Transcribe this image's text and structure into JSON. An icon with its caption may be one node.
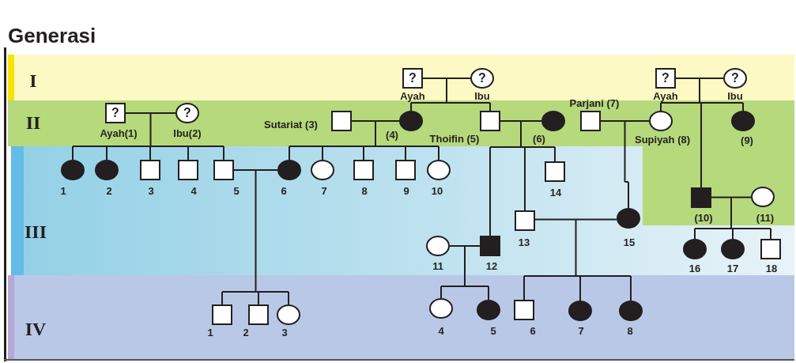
{
  "diagram": {
    "title": "Generasi",
    "nodes": [
      {
        "text": [
          "?"
        ],
        "beside": [
          "Ayah"
        ]
      },
      {
        "text": [
          "?"
        ],
        "beside": [
          "Ibu"
        ]
      },
      {
        "text": [
          "?"
        ],
        "beside": [
          "Ayah"
        ]
      },
      {
        "text": [
          "?"
        ],
        "beside": [
          "Ibu"
        ]
      },
      {
        "text": [
          "?"
        ],
        "beside": [
          "Ayah(1)"
        ]
      },
      {
        "text": [
          "?"
        ],
        "beside": [
          "Ibu(2)"
        ]
      },
      {
        "text": [],
        "shape": "box",
        "beside": [
          "Sutariat (3)"
        ]
      },
      {
        "text": [],
        "shape": "circle",
        "beside": [
          "(4)"
        ]
      },
      {
        "text": [],
        "shape": "box",
        "beside": [
          "Thoifin (5)"
        ]
      },
      {
        "text": [],
        "shape": "circle",
        "beside": [
          "(6)"
        ]
      },
      {
        "text": [],
        "shape": "box",
        "beside": [
          "Parjani (7)"
        ]
      },
      {
        "text": [],
        "shape": "circle",
        "beside": [
          "Supiyah (8)"
        ]
      },
      {
        "text": [],
        "shape": "circle",
        "beside": [
          "(9)"
        ]
      },
      {
        "text": [],
        "shape": "circle",
        "beside": [
          "1"
        ]
      },
      {
        "text": [],
        "shape": "circle",
        "beside": [
          "2"
        ]
      },
      {
        "text": [],
        "shape": "box",
        "beside": [
          "3"
        ]
      },
      {
        "text": [],
        "shape": "box",
        "beside": [
          "4"
        ]
      },
      {
        "text": [],
        "shape": "box",
        "beside": [
          "5"
        ]
      },
      {
        "text": [],
        "shape": "circle",
        "beside": [
          "6"
        ]
      },
      {
        "text": [],
        "shape": "circle",
        "beside": [
          "7"
        ]
      },
      {
        "text": [],
        "shape": "box",
        "beside": [
          "8"
        ]
      },
      {
        "text": [],
        "shape": "box",
        "beside": [
          "9"
        ]
      },
      {
        "text": [],
        "shape": "circle",
        "beside": [
          "10"
        ]
      },
      {
        "text": [],
        "shape": "box",
        "beside": [
          "14"
        ]
      },
      {
        "text": [],
        "shape": "box",
        "beside": [
          "(10)"
        ]
      },
      {
        "text": [],
        "shape": "circle",
        "beside": [
          "(11)"
        ]
      },
      {
        "text": [],
        "shape": "box",
        "beside": [
          "13"
        ]
      },
      {
        "text": [],
        "shape": "circle",
        "beside": [
          "15"
        ]
      },
      {
        "text": [],
        "shape": "circle",
        "beside": [
          "11"
        ]
      },
      {
        "text": [],
        "shape": "box",
        "beside": [
          "12"
        ]
      },
      {
        "text": [],
        "shape": "circle",
        "beside": [
          "16"
        ]
      },
      {
        "text": [],
        "shape": "circle",
        "beside": [
          "17"
        ]
      },
      {
        "text": [],
        "shape": "box",
        "beside": [
          "18"
        ]
      },
      {
        "text": [],
        "shape": "box",
        "beside": [
          "1"
        ]
      },
      {
        "text": [],
        "shape": "box",
        "beside": [
          "2"
        ]
      },
      {
        "text": [],
        "shape": "circle",
        "beside": [
          "3"
        ]
      },
      {
        "text": [],
        "shape": "circle",
        "beside": [
          "4"
        ]
      },
      {
        "text": [],
        "shape": "circle",
        "beside": [
          "5"
        ]
      },
      {
        "text": [],
        "shape": "box",
        "beside": [
          "6"
        ]
      },
      {
        "text": [],
        "shape": "circle",
        "beside": [
          "7"
        ]
      },
      {
        "text": [],
        "shape": "circle",
        "beside": [
          "8"
        ]
      }
    ],
    "edges": [
      {
        "from": 0,
        "to": 1,
        "arrow": "none"
      },
      {
        "from": 0,
        "to": 7,
        "arrow": "none"
      },
      {
        "from": 1,
        "to": 7,
        "arrow": "none"
      },
      {
        "from": 0,
        "to": 8,
        "arrow": "none"
      },
      {
        "from": 1,
        "to": 8,
        "arrow": "none"
      },
      {
        "from": 2,
        "to": 3,
        "arrow": "none"
      },
      {
        "from": 2,
        "to": 11,
        "arrow": "none"
      },
      {
        "from": 3,
        "to": 11,
        "arrow": "none"
      },
      {
        "from": 2,
        "to": 12,
        "arrow": "none"
      },
      {
        "from": 3,
        "to": 12,
        "arrow": "none"
      },
      {
        "from": 2,
        "to": 24,
        "arrow": "none"
      },
      {
        "from": 3,
        "to": 24,
        "arrow": "none"
      },
      {
        "from": 4,
        "to": 5,
        "arrow": "none"
      },
      {
        "from": 4,
        "to": 13,
        "arrow": "none"
      },
      {
        "from": 5,
        "to": 13,
        "arrow": "none"
      },
      {
        "from": 4,
        "to": 14,
        "arrow": "none"
      },
      {
        "from": 5,
        "to": 14,
        "arrow": "none"
      },
      {
        "from": 4,
        "to": 15,
        "arrow": "none"
      },
      {
        "from": 5,
        "to": 15,
        "arrow": "none"
      },
      {
        "from": 4,
        "to": 16,
        "arrow": "none"
      },
      {
        "from": 5,
        "to": 16,
        "arrow": "none"
      },
      {
        "from": 4,
        "to": 17,
        "arrow": "none"
      },
      {
        "from": 5,
        "to": 17,
        "arrow": "none"
      },
      {
        "from": 6,
        "to": 7,
        "arrow": "none"
      },
      {
        "from": 6,
        "to": 18,
        "arrow": "none"
      },
      {
        "from": 7,
        "to": 18,
        "arrow": "none"
      },
      {
        "from": 6,
        "to": 19,
        "arrow": "none"
      },
      {
        "from": 7,
        "to": 19,
        "arrow": "none"
      },
      {
        "from": 6,
        "to": 20,
        "arrow": "none"
      },
      {
        "from": 7,
        "to": 20,
        "arrow": "none"
      },
      {
        "from": 6,
        "to": 21,
        "arrow": "none"
      },
      {
        "from": 7,
        "to": 21,
        "arrow": "none"
      },
      {
        "from": 6,
        "to": 22,
        "arrow": "none"
      },
      {
        "from": 7,
        "to": 22,
        "arrow": "none"
      },
      {
        "from": 8,
        "to": 9,
        "arrow": "none"
      },
      {
        "from": 8,
        "to": 29,
        "arrow": "none"
      },
      {
        "from": 9,
        "to": 29,
        "arrow": "none"
      },
      {
        "from": 8,
        "to": 26,
        "arrow": "none"
      },
      {
        "from": 9,
        "to": 26,
        "arrow": "none"
      },
      {
        "from": 8,
        "to": 23,
        "arrow": "none"
      },
      {
        "from": 9,
        "to": 23,
        "arrow": "none"
      },
      {
        "from": 10,
        "to": 11,
        "arrow": "none"
      },
      {
        "from": 10,
        "to": 27,
        "arrow": "none"
      },
      {
        "from": 11,
        "to": 27,
        "arrow": "none"
      },
      {
        "from": 17,
        "to": 18,
        "arrow": "none"
      },
      {
        "from": 17,
        "to": 33,
        "arrow": "none"
      },
      {
        "from": 18,
        "to": 33,
        "arrow": "none"
      },
      {
        "from": 17,
        "to": 34,
        "arrow": "none"
      },
      {
        "from": 18,
        "to": 34,
        "arrow": "none"
      },
      {
        "from": 17,
        "to": 35,
        "arrow": "none"
      },
      {
        "from": 18,
        "to": 35,
        "arrow": "none"
      },
      {
        "from": 24,
        "to": 25,
        "arrow": "none"
      },
      {
        "from": 24,
        "to": 30,
        "arrow": "none"
      },
      {
        "from": 25,
        "to": 30,
        "arrow": "none"
      },
      {
        "from": 24,
        "to": 31,
        "arrow": "none"
      },
      {
        "from": 25,
        "to": 31,
        "arrow": "none"
      },
      {
        "from": 24,
        "to": 32,
        "arrow": "none"
      },
      {
        "from": 25,
        "to": 32,
        "arrow": "none"
      },
      {
        "from": 26,
        "to": 27,
        "arrow": "none"
      },
      {
        "from": 26,
        "to": 38,
        "arrow": "none"
      },
      {
        "from": 27,
        "to": 38,
        "arrow": "none"
      },
      {
        "from": 26,
        "to": 39,
        "arrow": "none"
      },
      {
        "from": 27,
        "to": 39,
        "arrow": "none"
      },
      {
        "from": 26,
        "to": 40,
        "arrow": "none"
      },
      {
        "from": 27,
        "to": 40,
        "arrow": "none"
      },
      {
        "from": 28,
        "to": 29,
        "arrow": "none"
      },
      {
        "from": 28,
        "to": 36,
        "arrow": "none"
      },
      {
        "from": 29,
        "to": 36,
        "arrow": "none"
      },
      {
        "from": 28,
        "to": 37,
        "arrow": "none"
      },
      {
        "from": 29,
        "to": 37,
        "arrow": "none"
      }
    ],
    "labels": [
      "I",
      "II",
      "III",
      "IV"
    ]
  }
}
